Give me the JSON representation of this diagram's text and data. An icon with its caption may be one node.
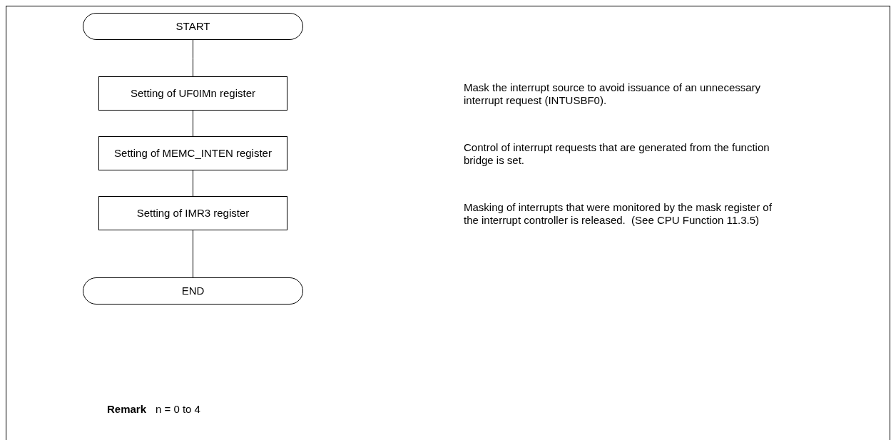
{
  "diagram": {
    "nodes": [
      {
        "text": [
          "START"
        ]
      },
      {
        "text": [
          "Setting of UF0IMn register"
        ]
      },
      {
        "text": [
          "Setting of MEMC_INTEN register"
        ]
      },
      {
        "text": [
          "Setting of IMR3 register"
        ]
      },
      {
        "text": [
          "END"
        ]
      }
    ],
    "edges": [
      {
        "from": 0,
        "to": 1,
        "arrow": "none"
      },
      {
        "from": 1,
        "to": 2,
        "arrow": "none"
      },
      {
        "from": 2,
        "to": 3,
        "arrow": "none"
      },
      {
        "from": 3,
        "to": 4,
        "arrow": "none"
      }
    ],
    "labels": [
      "Mask the interrupt source to avoid issuance of an unnecessary interrupt request (INTUSBF0).",
      "Control of interrupt requests that are generated from the function bridge is set.",
      "Masking of interrupts that were monitored by the mask register of the interrupt controller is released.  (See CPU Function 11.3.5)",
      "Remark",
      "n = 0 to 4"
    ]
  }
}
